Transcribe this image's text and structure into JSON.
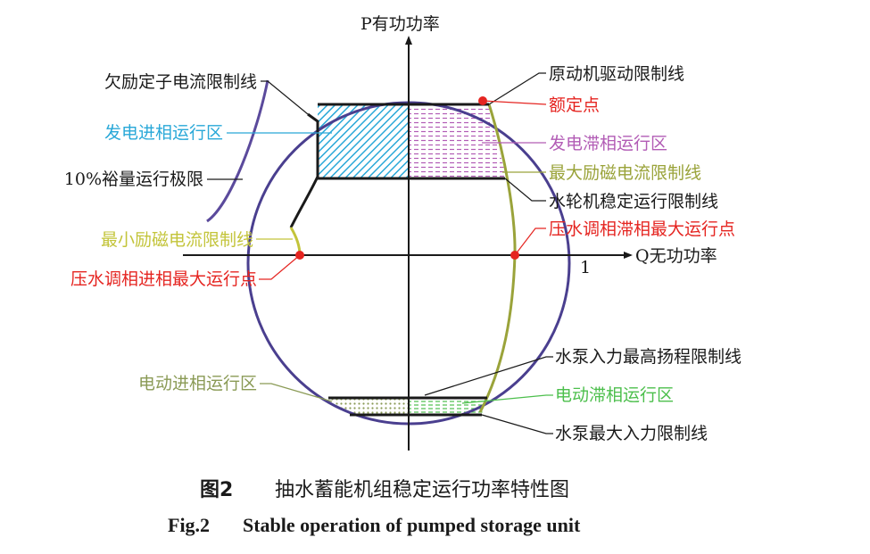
{
  "axes": {
    "p_label": "P有功功率",
    "q_label": "Q无功功率",
    "unit_tick": "1"
  },
  "labels": {
    "stator_limit": "欠励定子电流限制线",
    "gen_leading": "发电进相运行区",
    "margin_limit": "10%裕量运行极限",
    "min_excitation": "最小励磁电流限制线",
    "pump_leading_max": "压水调相进相最大运行点",
    "prime_mover": "原动机驱动限制线",
    "rated_point": "额定点",
    "gen_lagging": "发电滞相运行区",
    "max_excitation": "最大励磁电流限制线",
    "turbine_stable": "水轮机稳定运行限制线",
    "pump_lagging_max": "压水调相滞相最大运行点",
    "pump_max_head": "水泵入力最高扬程限制线",
    "motor_leading": "电动进相运行区",
    "motor_lagging": "电动滞相运行区",
    "pump_max_input": "水泵最大入力限制线"
  },
  "colors": {
    "circle": "#4a3f8f",
    "stator_curve": "#5b4a9c",
    "gen_leading": "#29a8d8",
    "gen_lagging": "#b25cb5",
    "max_excitation": "#9aa33a",
    "min_excitation": "#c3c43a",
    "point_red": "#e52521",
    "motor_lagging": "#4cbf4c",
    "motor_leading": "#8a9a55",
    "black": "#1a1a1a"
  },
  "caption": {
    "cn_number": "图2",
    "cn_title": "抽水蓄能机组稳定运行功率特性图",
    "en_number": "Fig.2",
    "en_title": "Stable operation of pumped storage unit"
  }
}
